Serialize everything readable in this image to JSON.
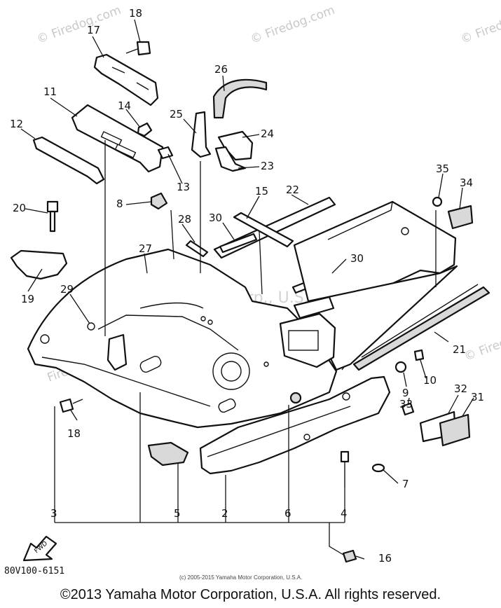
{
  "part_code": "80V100-6151",
  "small_copyright": "(c) 2005-2015 Yamaha Motor Corporation, U.S.A.",
  "footer_copyright": "©2013 Yamaha Motor Corporation, U.S.A. All rights reserved.",
  "watermarks": {
    "firedog": "© Firedog.com",
    "firedog_short": "Firedog.com",
    "center": "Yamaha Motor Corp., U.S.A."
  },
  "fwd_label": "FWD",
  "callouts": {
    "c1": "11",
    "c2": "2",
    "c3": "3",
    "c4": "4",
    "c5": "5",
    "c6": "6",
    "c7": "7",
    "c8": "8",
    "c9": "9",
    "c10": "10",
    "c12": "12",
    "c13": "13",
    "c14": "14",
    "c15": "15",
    "c16": "16",
    "c17": "17",
    "c18a": "18",
    "c18b": "18",
    "c19": "19",
    "c20": "20",
    "c21": "21",
    "c22": "22",
    "c23": "23",
    "c24": "24",
    "c25": "25",
    "c26": "26",
    "c27": "27",
    "c28": "28",
    "c29": "29",
    "c30a": "30",
    "c30b": "30",
    "c31": "31",
    "c32": "32",
    "c33": "33",
    "c34": "34",
    "c35": "35"
  }
}
